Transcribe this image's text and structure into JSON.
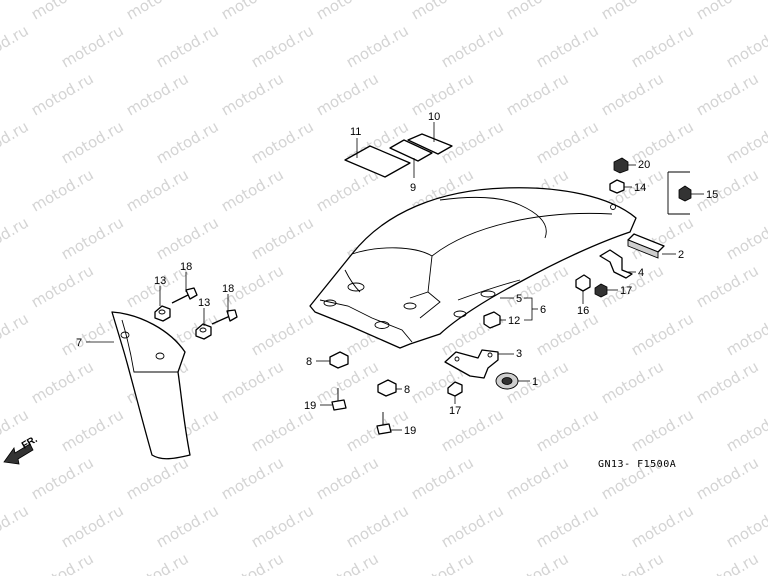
{
  "watermark": "motod.ru",
  "diagram_code": "GN13- F1500A",
  "direction_label": "FR.",
  "callouts": {
    "c1": "1",
    "c2": "2",
    "c3": "3",
    "c4": "4",
    "c5": "5",
    "c6": "6",
    "c7": "7",
    "c8a": "8",
    "c8b": "8",
    "c9": "9",
    "c10": "10",
    "c11": "11",
    "c12": "12",
    "c13a": "13",
    "c13b": "13",
    "c14": "14",
    "c15": "15",
    "c16": "16",
    "c17a": "17",
    "c17b": "17",
    "c18a": "18",
    "c18b": "18",
    "c19a": "19",
    "c19b": "19",
    "c20": "20"
  }
}
